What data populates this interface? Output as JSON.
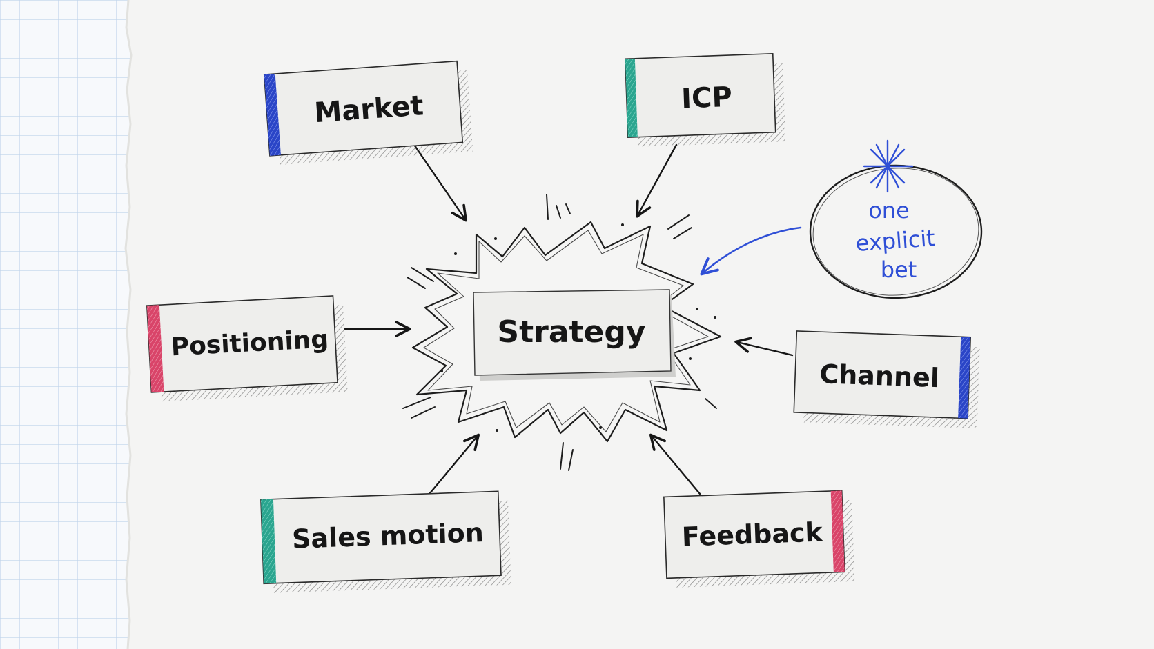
{
  "diagram": {
    "center": {
      "label": "Strategy"
    },
    "nodes": [
      {
        "id": "market",
        "label": "Market",
        "accent": "#2a45c7"
      },
      {
        "id": "icp",
        "label": "ICP",
        "accent": "#2aa58f"
      },
      {
        "id": "positioning",
        "label": "Positioning",
        "accent": "#d94469"
      },
      {
        "id": "channel",
        "label": "Channel",
        "accent": "#2a45c7"
      },
      {
        "id": "sales-motion",
        "label": "Sales motion",
        "accent": "#2aa58f"
      },
      {
        "id": "feedback",
        "label": "Feedback",
        "accent": "#d94469"
      }
    ],
    "annotation": {
      "lines": [
        "one",
        "explicit",
        "bet"
      ],
      "color": "#2f4fd6"
    }
  },
  "colors": {
    "paper": "#f4f4f3",
    "card": "#eeeeec",
    "ink": "#161616",
    "grid": "#bfd3ea",
    "grid_paper": "#f7f9fc"
  }
}
